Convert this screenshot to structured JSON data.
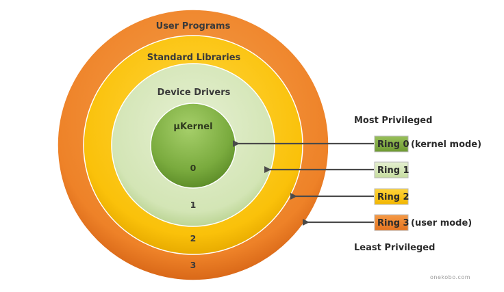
{
  "diagram": {
    "layers": [
      {
        "id": "user",
        "label": "User Programs",
        "ring_number": "3"
      },
      {
        "id": "libs",
        "label": "Standard Libraries",
        "ring_number": "2"
      },
      {
        "id": "drivers",
        "label": "Device Drivers",
        "ring_number": "1"
      },
      {
        "id": "kernel",
        "label": "µKernel",
        "ring_number": "0"
      }
    ],
    "legend": {
      "top_label": "Most Privileged",
      "bottom_label": "Least Privileged",
      "rings": [
        {
          "label": "Ring 0",
          "note": "(kernel mode)",
          "color": "#7fa843"
        },
        {
          "label": "Ring 1",
          "note": "",
          "color": "#d4e5b6"
        },
        {
          "label": "Ring 2",
          "note": "",
          "color": "#f8c410"
        },
        {
          "label": "Ring 3",
          "note": "(user mode)",
          "color": "#ee7d29"
        }
      ]
    },
    "colors": {
      "user_ring": "#f0892e",
      "libs_ring": "#fac511",
      "drivers_ring": "#d6e7ba",
      "kernel_core": "#7cab40",
      "arrow": "#4a4a4a"
    },
    "credit": "onekobo.com"
  }
}
